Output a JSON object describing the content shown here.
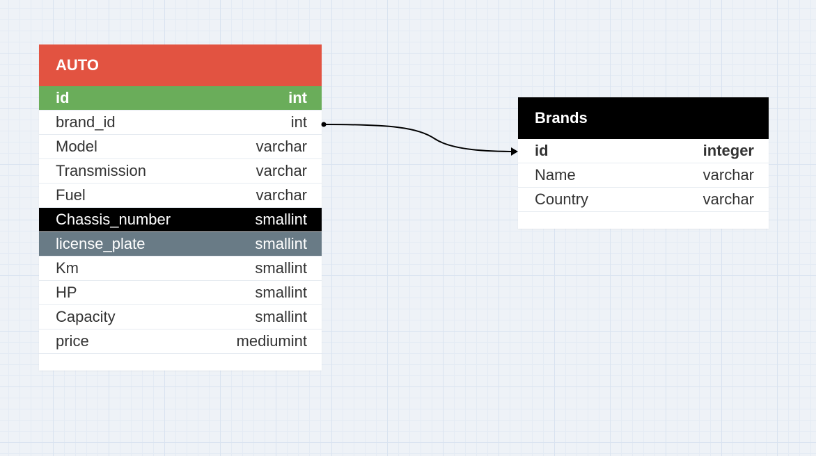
{
  "colors": {
    "auto_header": "#e25341",
    "brands_header": "#000000",
    "pk_row_auto": "#6aad5a",
    "chassis_row": "#000000",
    "license_row": "#697b86",
    "connector": "#000000"
  },
  "tables": {
    "auto": {
      "title": "AUTO",
      "rows": [
        {
          "name": "id",
          "type": "int",
          "style": "pk green"
        },
        {
          "name": "brand_id",
          "type": "int",
          "style": ""
        },
        {
          "name": "Model",
          "type": "varchar",
          "style": ""
        },
        {
          "name": "Transmission",
          "type": "varchar",
          "style": ""
        },
        {
          "name": "Fuel",
          "type": "varchar",
          "style": ""
        },
        {
          "name": "Chassis_number",
          "type": "smallint",
          "style": "black"
        },
        {
          "name": "license_plate",
          "type": "smallint",
          "style": "slate"
        },
        {
          "name": "Km",
          "type": "smallint",
          "style": ""
        },
        {
          "name": "HP",
          "type": "smallint",
          "style": ""
        },
        {
          "name": "Capacity",
          "type": "smallint",
          "style": ""
        },
        {
          "name": "price",
          "type": "mediumint",
          "style": ""
        }
      ]
    },
    "brands": {
      "title": "Brands",
      "rows": [
        {
          "name": "id",
          "type": "integer",
          "style": "pk"
        },
        {
          "name": "Name",
          "type": "varchar",
          "style": ""
        },
        {
          "name": "Country",
          "type": "varchar",
          "style": ""
        }
      ]
    }
  },
  "relations": [
    {
      "from": "auto.brand_id",
      "to": "brands.id"
    }
  ]
}
